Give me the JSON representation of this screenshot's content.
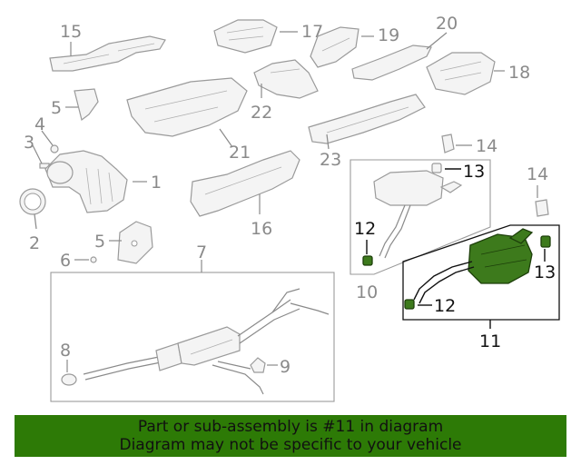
{
  "callouts": {
    "c1": "1",
    "c2": "2",
    "c3": "3",
    "c4": "4",
    "c5a": "5",
    "c5b": "5",
    "c6": "6",
    "c7": "7",
    "c8": "8",
    "c9": "9",
    "c10": "10",
    "c11": "11",
    "c12a": "12",
    "c12b": "12",
    "c13a": "13",
    "c13b": "13",
    "c14a": "14",
    "c14b": "14",
    "c15": "15",
    "c16": "16",
    "c17": "17",
    "c18": "18",
    "c19": "19",
    "c20": "20",
    "c21": "21",
    "c22": "22",
    "c23": "23"
  },
  "highlight": {
    "part_number": "11",
    "color": "#3d7a1c"
  },
  "banner": {
    "line1": "Part or sub-assembly is #11 in diagram",
    "line2": "Diagram may not be specific to your vehicle",
    "background": "#2d7a06"
  }
}
